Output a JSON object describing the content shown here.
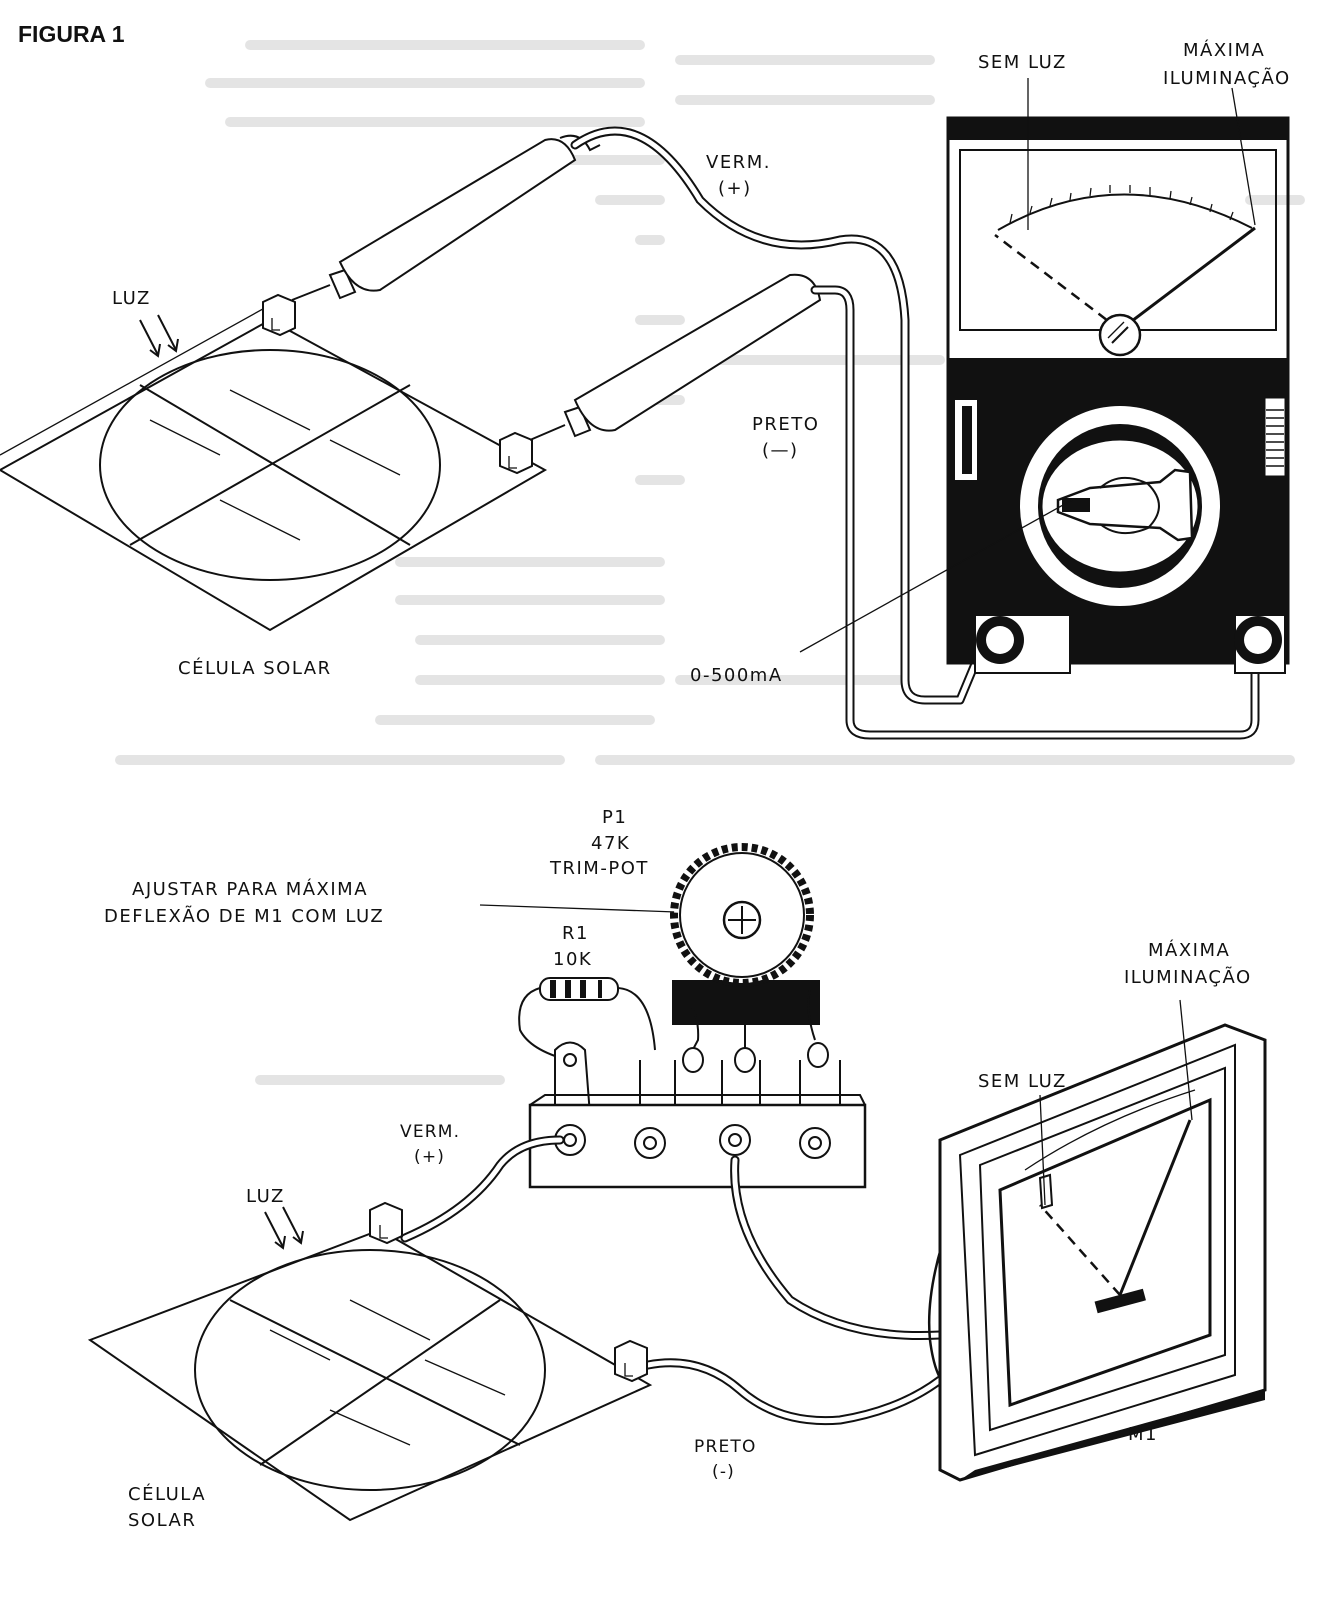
{
  "figure_title": "FIGURA 1",
  "top": {
    "light_label": "LUZ",
    "solar_cell_label": "CÉLULA SOLAR",
    "red_lead": {
      "name": "VERM.",
      "sign": "(+)"
    },
    "black_lead": {
      "name": "PRETO",
      "sign": "(—)"
    },
    "range_label": "0-500mA",
    "no_light_label": "SEM LUZ",
    "max_light_line1": "MÁXIMA",
    "max_light_line2": "ILUMINAÇÃO"
  },
  "bottom": {
    "pot": {
      "ref": "P1",
      "value": "47K",
      "type": "TRIM-POT"
    },
    "adjust_line1": "AJUSTAR PARA MÁXIMA",
    "adjust_line2": "DEFLEXÃO DE M1 COM LUZ",
    "resistor": {
      "ref": "R1",
      "value": "10K"
    },
    "red_lead": {
      "name": "VERM.",
      "sign": "(+)"
    },
    "black_lead": {
      "name": "PRETO",
      "sign": "(-)"
    },
    "light_label": "LUZ",
    "solar_cell_line1": "CÉLULA",
    "solar_cell_line2": "SOLAR",
    "no_light_label": "SEM LUZ",
    "max_light_line1": "MÁXIMA",
    "max_light_line2": "ILUMINAÇÃO",
    "meter_label": "M1"
  }
}
